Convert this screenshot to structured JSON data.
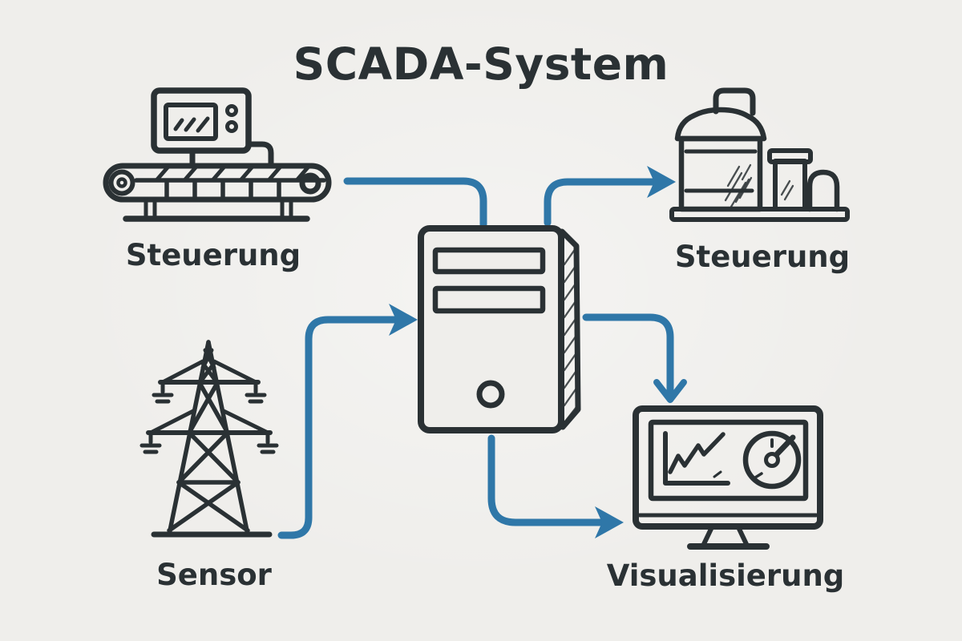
{
  "title": "SCADA-System",
  "colors": {
    "background": "#efeeeb",
    "ink": "#2a3134",
    "arrow": "#2f77a8"
  },
  "nodes": [
    {
      "id": "controller-conveyor",
      "label": "Steuerung",
      "icon": "conveyor-belt-icon",
      "position": "top-left"
    },
    {
      "id": "controller-plant",
      "label": "Steuerung",
      "icon": "storage-tanks-icon",
      "position": "top-right"
    },
    {
      "id": "sensor",
      "label": "Sensor",
      "icon": "power-pylon-icon",
      "position": "bottom-left"
    },
    {
      "id": "visualization",
      "label": "Visualisierung",
      "icon": "monitor-dashboard-icon",
      "position": "bottom-right"
    },
    {
      "id": "scada-server",
      "label": "",
      "icon": "computer-tower-icon",
      "position": "center"
    }
  ],
  "edges": [
    {
      "from": "controller-conveyor",
      "to": "scada-server",
      "style": "elbow",
      "head": "none"
    },
    {
      "from": "scada-server",
      "to": "controller-plant",
      "style": "elbow",
      "head": "right"
    },
    {
      "from": "sensor",
      "to": "scada-server",
      "style": "elbow",
      "head": "right"
    },
    {
      "from": "scada-server",
      "to": "visualization",
      "style": "elbow",
      "head": "down",
      "via": "right-side"
    },
    {
      "from": "scada-server",
      "to": "visualization",
      "style": "elbow",
      "head": "right",
      "via": "bottom-side"
    }
  ]
}
